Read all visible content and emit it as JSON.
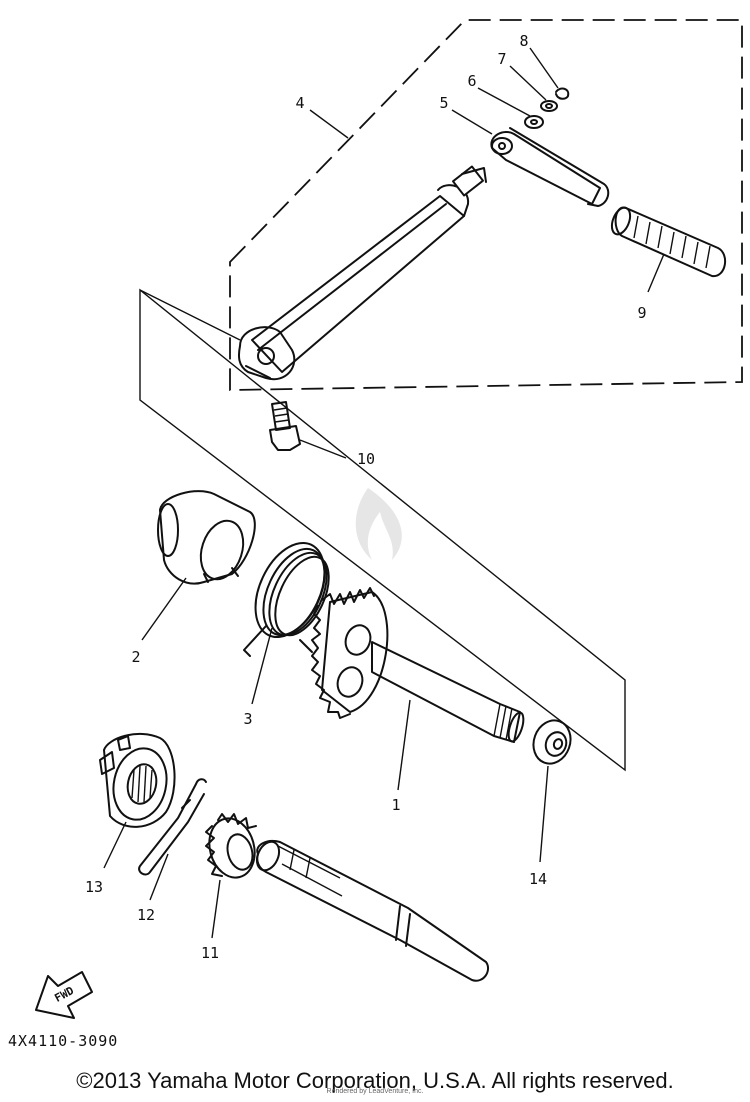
{
  "diagram": {
    "part_numbers": [
      "1",
      "2",
      "3",
      "4",
      "5",
      "6",
      "7",
      "8",
      "9",
      "10",
      "11",
      "12",
      "13",
      "14"
    ],
    "fwd_label": "FWD",
    "reference_code": "4X4110-3090",
    "copyright": "©2013 Yamaha Motor Corporation, U.S.A. All rights reserved.",
    "rendered_by": "Rendered by LeadVenture, Inc."
  },
  "colors": {
    "ink": "#111111",
    "background": "#ffffff"
  }
}
